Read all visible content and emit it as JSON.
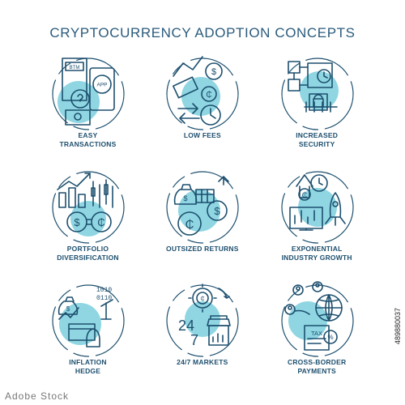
{
  "title": "CRYPTOCURRENCY ADOPTION CONCEPTS",
  "concepts": [
    {
      "label": [
        "EASY",
        "TRANSACTIONS"
      ],
      "icon": "atm-app-icon",
      "badges": [
        "BTM",
        "APP"
      ]
    },
    {
      "label": [
        "LOW FEES"
      ],
      "icon": "fees-exchange-icon"
    },
    {
      "label": [
        "INCREASED",
        "SECURITY"
      ],
      "icon": "blockchain-security-icon"
    },
    {
      "label": [
        "PORTFOLIO",
        "DIVERSIFICATION"
      ],
      "icon": "portfolio-chart-icon"
    },
    {
      "label": [
        "OUTSIZED RETURNS"
      ],
      "icon": "money-bags-icon"
    },
    {
      "label": [
        "EXPONENTIAL",
        "INDUSTRY GROWTH"
      ],
      "icon": "rocket-growth-icon"
    },
    {
      "label": [
        "INFLATION",
        "HEDGE"
      ],
      "icon": "inflation-hedge-icon"
    },
    {
      "label": [
        "24/7 MARKETS"
      ],
      "icon": "market-24-7-icon",
      "badges": [
        "24",
        "7"
      ]
    },
    {
      "label": [
        "CROSS-BORDER",
        "PAYMENTS"
      ],
      "icon": "globe-payments-icon",
      "badges": [
        "TAX",
        "%"
      ]
    }
  ],
  "watermark": {
    "id": "489880037",
    "logo": "Adobe Stock"
  },
  "colors": {
    "accent": "#8fd6e2",
    "stroke": "#1d4f6e",
    "title": "#2a5b7c"
  }
}
